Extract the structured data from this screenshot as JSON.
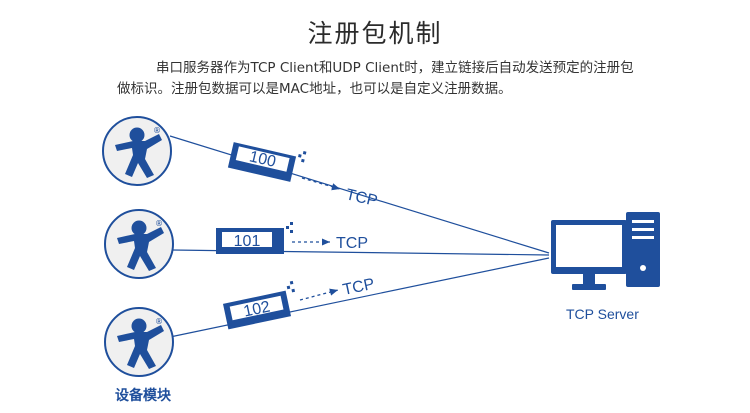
{
  "title": "注册包机制",
  "intro": {
    "line1": "串口服务器作为TCP Client和UDP Client时，建立链接后自动发送预定的注册包",
    "line2": "做标识。注册包数据可以是MAC地址，也可以是自定义注册数据。"
  },
  "devices": [
    {
      "packet": "100",
      "protocol": "TCP"
    },
    {
      "packet": "101",
      "protocol": "TCP"
    },
    {
      "packet": "102",
      "protocol": "TCP"
    }
  ],
  "device_label": "设备模块",
  "registered_mark": "®",
  "server": {
    "label": "TCP Server"
  },
  "colors": {
    "brand_blue": "#1f4f9c",
    "circle_fill": "#f0f0f0",
    "circle_stroke": "#1f4f9c",
    "text_dark": "#2b2b2b"
  },
  "icons": {
    "device": "person-logo-icon",
    "server": "desktop-computer-icon"
  }
}
